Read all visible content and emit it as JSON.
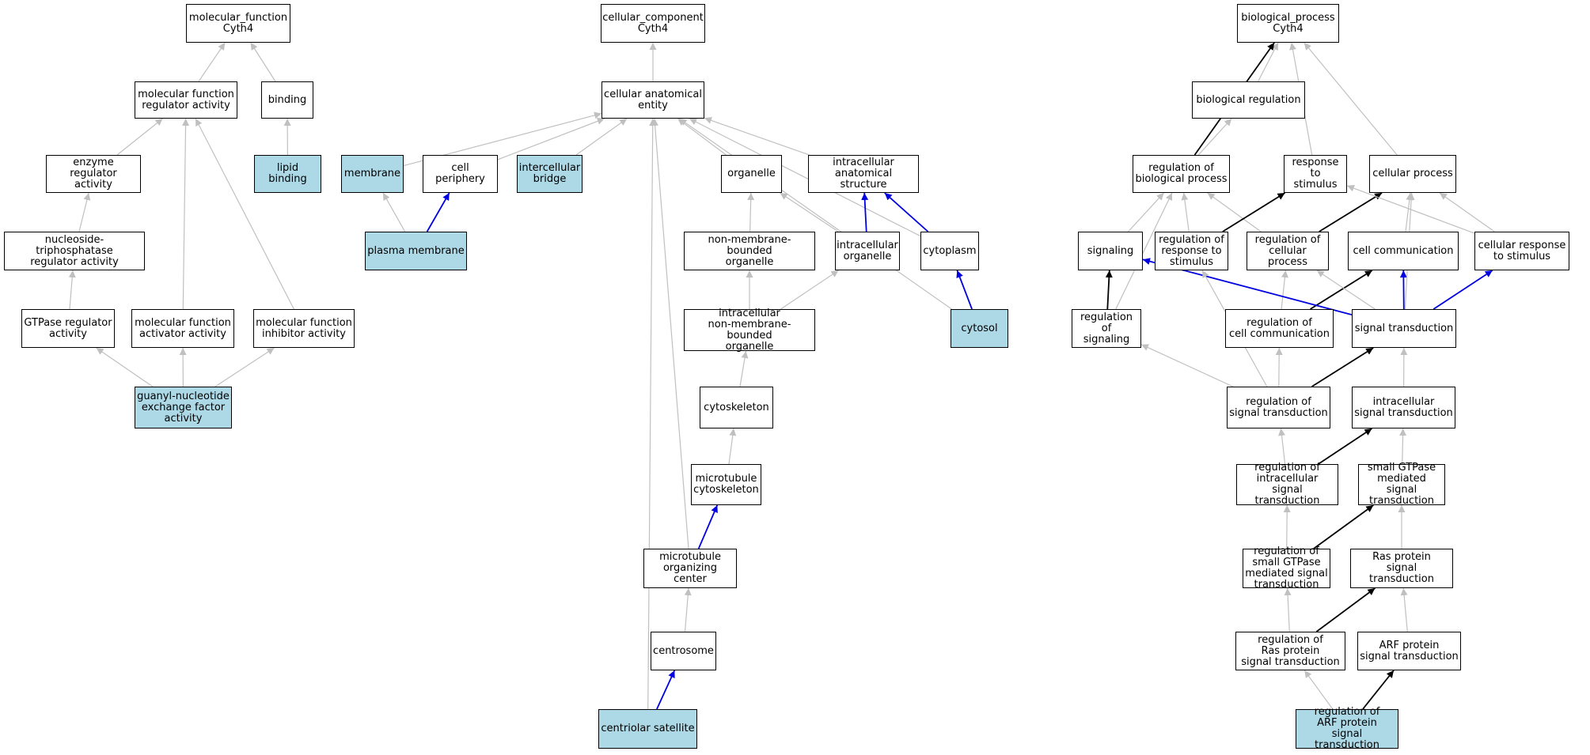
{
  "colors": {
    "highlight": "#add8e6",
    "is_a": "#c0c0c0",
    "part_of": "#0000e0",
    "regulates": "#000000"
  },
  "nodes": [
    {
      "id": "mf",
      "label": "molecular_function\nCyth4",
      "hl": false
    },
    {
      "id": "mfra",
      "label": "molecular function\nregulator activity",
      "hl": false
    },
    {
      "id": "bind",
      "label": "binding",
      "hl": false
    },
    {
      "id": "era",
      "label": "enzyme regulator\nactivity",
      "hl": false
    },
    {
      "id": "lipid",
      "label": "lipid binding",
      "hl": true
    },
    {
      "id": "ntpra",
      "label": "nucleoside-triphosphatase\nregulator activity",
      "hl": false
    },
    {
      "id": "gtpra",
      "label": "GTPase regulator\nactivity",
      "hl": false
    },
    {
      "id": "mfaa",
      "label": "molecular function\nactivator activity",
      "hl": false
    },
    {
      "id": "mfia",
      "label": "molecular function\ninhibitor activity",
      "hl": false
    },
    {
      "id": "gnef",
      "label": "guanyl-nucleotide\nexchange factor\nactivity",
      "hl": true
    },
    {
      "id": "cc",
      "label": "cellular_component\nCyth4",
      "hl": false
    },
    {
      "id": "cae",
      "label": "cellular anatomical\nentity",
      "hl": false
    },
    {
      "id": "memb",
      "label": "membrane",
      "hl": true
    },
    {
      "id": "cper",
      "label": "cell periphery",
      "hl": false
    },
    {
      "id": "ibr",
      "label": "intercellular\nbridge",
      "hl": true
    },
    {
      "id": "org",
      "label": "organelle",
      "hl": false
    },
    {
      "id": "ias",
      "label": "intracellular\nanatomical structure",
      "hl": false
    },
    {
      "id": "pm",
      "label": "plasma membrane",
      "hl": true
    },
    {
      "id": "nmbo",
      "label": "non-membrane-bounded\norganelle",
      "hl": false
    },
    {
      "id": "io",
      "label": "intracellular\norganelle",
      "hl": false
    },
    {
      "id": "cyto",
      "label": "cytoplasm",
      "hl": false
    },
    {
      "id": "cytosol",
      "label": "cytosol",
      "hl": true
    },
    {
      "id": "inmbo",
      "label": "intracellular\nnon-membrane-bounded\norganelle",
      "hl": false
    },
    {
      "id": "csk",
      "label": "cytoskeleton",
      "hl": false
    },
    {
      "id": "mtc",
      "label": "microtubule\ncytoskeleton",
      "hl": false
    },
    {
      "id": "mtoc",
      "label": "microtubule\norganizing center",
      "hl": false
    },
    {
      "id": "cent",
      "label": "centrosome",
      "hl": false
    },
    {
      "id": "csat",
      "label": "centriolar satellite",
      "hl": true
    },
    {
      "id": "bp",
      "label": "biological_process\nCyth4",
      "hl": false
    },
    {
      "id": "breg",
      "label": "biological regulation",
      "hl": false
    },
    {
      "id": "rbp",
      "label": "regulation of\nbiological process",
      "hl": false
    },
    {
      "id": "rts",
      "label": "response to\nstimulus",
      "hl": false
    },
    {
      "id": "cp",
      "label": "cellular process",
      "hl": false
    },
    {
      "id": "sig",
      "label": "signaling",
      "hl": false
    },
    {
      "id": "rrts",
      "label": "regulation of\nresponse to\nstimulus",
      "hl": false
    },
    {
      "id": "rcp",
      "label": "regulation of\ncellular process",
      "hl": false
    },
    {
      "id": "cc2",
      "label": "cell communication",
      "hl": false
    },
    {
      "id": "crts",
      "label": "cellular response\nto stimulus",
      "hl": false
    },
    {
      "id": "rsig",
      "label": "regulation of\nsignaling",
      "hl": false
    },
    {
      "id": "rcc",
      "label": "regulation of\ncell communication",
      "hl": false
    },
    {
      "id": "st",
      "label": "signal transduction",
      "hl": false
    },
    {
      "id": "rst",
      "label": "regulation of\nsignal transduction",
      "hl": false
    },
    {
      "id": "ist",
      "label": "intracellular\nsignal transduction",
      "hl": false
    },
    {
      "id": "rist",
      "label": "regulation of\nintracellular\nsignal transduction",
      "hl": false
    },
    {
      "id": "sgst",
      "label": "small GTPase\nmediated signal\ntransduction",
      "hl": false
    },
    {
      "id": "rsgst",
      "label": "regulation of\nsmall GTPase\nmediated signal\ntransduction",
      "hl": false
    },
    {
      "id": "rps",
      "label": "Ras protein\nsignal transduction",
      "hl": false
    },
    {
      "id": "rrps",
      "label": "regulation of\nRas protein\nsignal transduction",
      "hl": false
    },
    {
      "id": "arf",
      "label": "ARF protein\nsignal transduction",
      "hl": false
    },
    {
      "id": "rarf",
      "label": "regulation of\nARF protein\nsignal transduction",
      "hl": true
    }
  ],
  "edges": [
    {
      "from": "mfra",
      "to": "mf",
      "type": "is_a"
    },
    {
      "from": "bind",
      "to": "mf",
      "type": "is_a"
    },
    {
      "from": "era",
      "to": "mfra",
      "type": "is_a"
    },
    {
      "from": "lipid",
      "to": "bind",
      "type": "is_a"
    },
    {
      "from": "ntpra",
      "to": "era",
      "type": "is_a"
    },
    {
      "from": "gtpra",
      "to": "ntpra",
      "type": "is_a"
    },
    {
      "from": "mfaa",
      "to": "mfra",
      "type": "is_a"
    },
    {
      "from": "mfia",
      "to": "mfra",
      "type": "is_a"
    },
    {
      "from": "gnef",
      "to": "gtpra",
      "type": "is_a"
    },
    {
      "from": "gnef",
      "to": "mfaa",
      "type": "is_a"
    },
    {
      "from": "gnef",
      "to": "mfia",
      "type": "is_a"
    },
    {
      "from": "cae",
      "to": "cc",
      "type": "is_a"
    },
    {
      "from": "memb",
      "to": "cae",
      "type": "is_a"
    },
    {
      "from": "cper",
      "to": "cae",
      "type": "is_a"
    },
    {
      "from": "ibr",
      "to": "cae",
      "type": "is_a"
    },
    {
      "from": "org",
      "to": "cae",
      "type": "is_a"
    },
    {
      "from": "ias",
      "to": "cae",
      "type": "is_a"
    },
    {
      "from": "cyto",
      "to": "cae",
      "type": "is_a"
    },
    {
      "from": "cytosol",
      "to": "cae",
      "type": "is_a"
    },
    {
      "from": "mtoc",
      "to": "cae",
      "type": "is_a"
    },
    {
      "from": "csat",
      "to": "cae",
      "type": "is_a"
    },
    {
      "from": "pm",
      "to": "memb",
      "type": "is_a"
    },
    {
      "from": "pm",
      "to": "cper",
      "type": "part_of"
    },
    {
      "from": "nmbo",
      "to": "org",
      "type": "is_a"
    },
    {
      "from": "io",
      "to": "org",
      "type": "is_a"
    },
    {
      "from": "io",
      "to": "ias",
      "type": "part_of"
    },
    {
      "from": "cyto",
      "to": "ias",
      "type": "part_of"
    },
    {
      "from": "cytosol",
      "to": "cyto",
      "type": "part_of"
    },
    {
      "from": "inmbo",
      "to": "nmbo",
      "type": "is_a"
    },
    {
      "from": "inmbo",
      "to": "io",
      "type": "is_a"
    },
    {
      "from": "csk",
      "to": "inmbo",
      "type": "is_a"
    },
    {
      "from": "mtc",
      "to": "csk",
      "type": "is_a"
    },
    {
      "from": "mtoc",
      "to": "mtc",
      "type": "part_of"
    },
    {
      "from": "cent",
      "to": "mtoc",
      "type": "is_a"
    },
    {
      "from": "csat",
      "to": "cent",
      "type": "part_of"
    },
    {
      "from": "breg",
      "to": "bp",
      "type": "is_a"
    },
    {
      "from": "rbp",
      "to": "bp",
      "type": "regulates"
    },
    {
      "from": "rts",
      "to": "bp",
      "type": "is_a"
    },
    {
      "from": "cp",
      "to": "bp",
      "type": "is_a"
    },
    {
      "from": "rbp",
      "to": "breg",
      "type": "is_a"
    },
    {
      "from": "sig",
      "to": "rbp",
      "type": "is_a"
    },
    {
      "from": "rrts",
      "to": "rbp",
      "type": "is_a"
    },
    {
      "from": "rcp",
      "to": "rbp",
      "type": "is_a"
    },
    {
      "from": "rrts",
      "to": "rts",
      "type": "regulates"
    },
    {
      "from": "rcp",
      "to": "cp",
      "type": "regulates"
    },
    {
      "from": "cc2",
      "to": "cp",
      "type": "is_a"
    },
    {
      "from": "crts",
      "to": "cp",
      "type": "is_a"
    },
    {
      "from": "crts",
      "to": "rts",
      "type": "is_a"
    },
    {
      "from": "rsig",
      "to": "sig",
      "type": "regulates"
    },
    {
      "from": "rsig",
      "to": "rbp",
      "type": "is_a"
    },
    {
      "from": "rcc",
      "to": "rcp",
      "type": "is_a"
    },
    {
      "from": "rcc",
      "to": "cc2",
      "type": "regulates"
    },
    {
      "from": "st",
      "to": "sig",
      "type": "part_of"
    },
    {
      "from": "st",
      "to": "cc2",
      "type": "part_of"
    },
    {
      "from": "st",
      "to": "crts",
      "type": "part_of"
    },
    {
      "from": "st",
      "to": "rcp",
      "type": "is_a"
    },
    {
      "from": "st",
      "to": "cp",
      "type": "is_a"
    },
    {
      "from": "rst",
      "to": "rsig",
      "type": "is_a"
    },
    {
      "from": "rst",
      "to": "rcc",
      "type": "is_a"
    },
    {
      "from": "rst",
      "to": "rrts",
      "type": "is_a"
    },
    {
      "from": "rst",
      "to": "st",
      "type": "regulates"
    },
    {
      "from": "ist",
      "to": "st",
      "type": "is_a"
    },
    {
      "from": "rist",
      "to": "rst",
      "type": "is_a"
    },
    {
      "from": "rist",
      "to": "ist",
      "type": "regulates"
    },
    {
      "from": "sgst",
      "to": "ist",
      "type": "is_a"
    },
    {
      "from": "rsgst",
      "to": "rist",
      "type": "is_a"
    },
    {
      "from": "rsgst",
      "to": "sgst",
      "type": "regulates"
    },
    {
      "from": "rps",
      "to": "sgst",
      "type": "is_a"
    },
    {
      "from": "rrps",
      "to": "rsgst",
      "type": "is_a"
    },
    {
      "from": "rrps",
      "to": "rps",
      "type": "regulates"
    },
    {
      "from": "arf",
      "to": "rps",
      "type": "is_a"
    },
    {
      "from": "rarf",
      "to": "rrps",
      "type": "is_a"
    },
    {
      "from": "rarf",
      "to": "arf",
      "type": "regulates"
    }
  ]
}
